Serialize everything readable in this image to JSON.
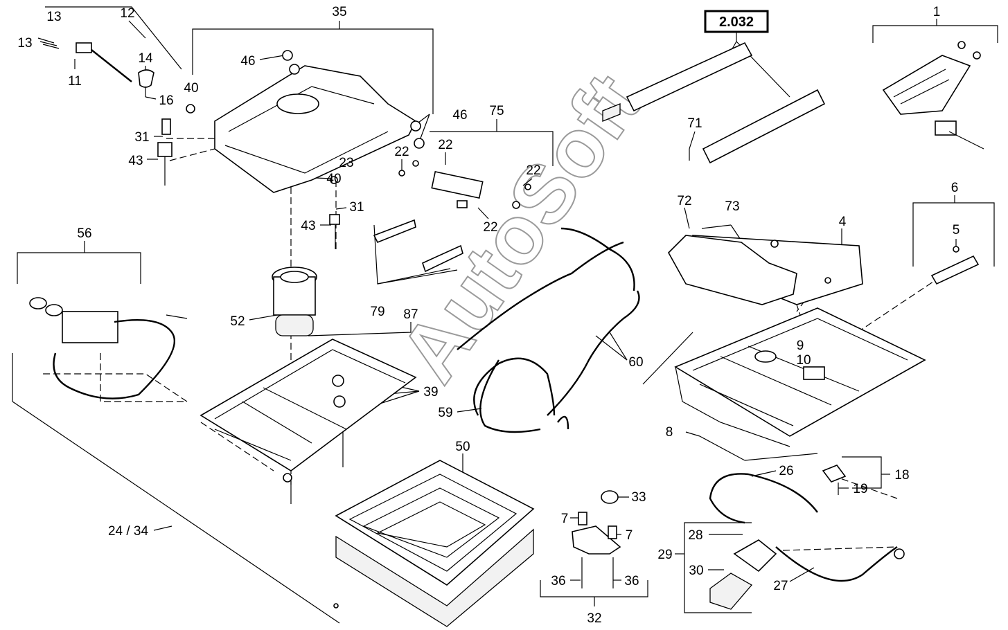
{
  "watermark": "AutoSoft",
  "reference_box": "2.032",
  "callouts": {
    "c13a": "13",
    "c13b": "13",
    "c12": "12",
    "c35": "35",
    "c1": "1",
    "c14": "14",
    "c11": "11",
    "c16": "16",
    "c40a": "40",
    "c46a": "46",
    "c46b": "46",
    "c75": "75",
    "c71": "71",
    "c31a": "31",
    "c43a": "43",
    "c23": "23",
    "c22a": "22",
    "c22b": "22",
    "c22c": "22",
    "c22d": "22",
    "c40b": "40",
    "c31b": "31",
    "c43b": "43",
    "c72": "72",
    "c73": "73",
    "c4": "4",
    "c6": "6",
    "c5": "5",
    "c56": "56",
    "c79": "79",
    "c52": "52",
    "c87": "87",
    "c9": "9",
    "c10": "10",
    "c60": "60",
    "c39": "39",
    "c59": "59",
    "c8": "8",
    "c50": "50",
    "c26": "26",
    "c18": "18",
    "c19": "19",
    "c33": "33",
    "c7a": "7",
    "c7b": "7",
    "c24_34": "24 / 34",
    "c28": "28",
    "c29": "29",
    "c30": "30",
    "c27": "27",
    "c36a": "36",
    "c36b": "36",
    "c32": "32"
  }
}
